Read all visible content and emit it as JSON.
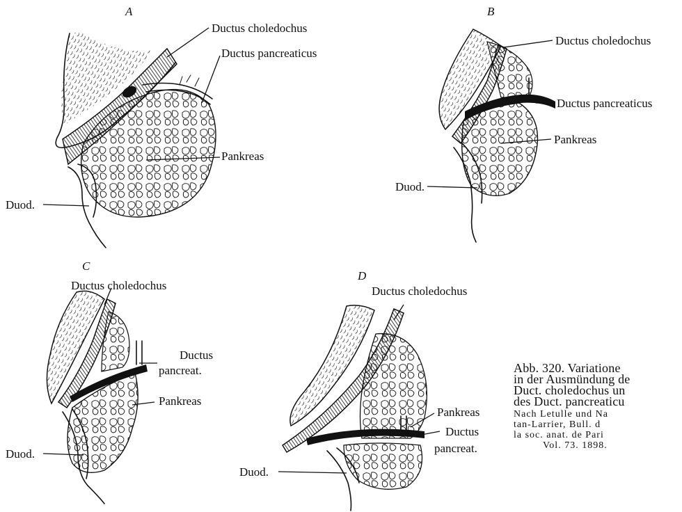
{
  "panels": {
    "A": {
      "letter": "A",
      "choledochus": "Ductus choledochus",
      "pancreaticus": "Ductus pancreaticus",
      "pankreas": "Pankreas",
      "duod": "Duod."
    },
    "B": {
      "letter": "B",
      "choledochus": "Ductus choledochus",
      "pancreaticus": "Ductus pancreaticus",
      "pankreas": "Pankreas",
      "duod": "Duod."
    },
    "C": {
      "letter": "C",
      "choledochus": "Ductus choledochus",
      "pancreat_1": "Ductus",
      "pancreat_2": "pancreat.",
      "pankreas": "Pankreas",
      "duod": "Duod."
    },
    "D": {
      "letter": "D",
      "choledochus": "Ductus choledochus",
      "pankreas": "Pankreas",
      "pancreat_1": "Ductus",
      "pancreat_2": "pancreat.",
      "duod": "Duod."
    }
  },
  "caption": {
    "lines": [
      "Abb. 320.  Variatione",
      "in der Ausmündung de",
      "Duct. choledochus un",
      "des Duct. pancreaticu"
    ],
    "source_lines": [
      "Nach Letulle und Na",
      "tan-Larrier,  Bull.  d",
      "la  soc.  anat.  de  Pari",
      "Vol. 73. 1898."
    ]
  }
}
